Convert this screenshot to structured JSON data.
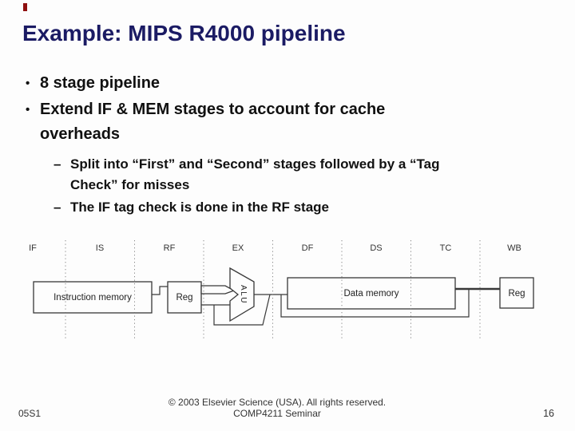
{
  "slide": {
    "title": "Example: MIPS R4000 pipeline",
    "bullets": [
      {
        "marker": "•",
        "lines": [
          "8 stage pipeline"
        ]
      },
      {
        "marker": "•",
        "lines": [
          "Extend IF & MEM stages to account for cache",
          "overheads"
        ]
      },
      {
        "marker": "–",
        "lines": [
          "Split into “First” and “Second” stages followed by a “Tag",
          "Check” for misses"
        ]
      },
      {
        "marker": "–",
        "lines": [
          "The IF tag check is done in the RF stage"
        ]
      }
    ]
  },
  "diagram": {
    "stages": [
      "IF",
      "IS",
      "RF",
      "EX",
      "DF",
      "DS",
      "TC",
      "WB"
    ],
    "boxes": {
      "instruction_memory": "Instruction memory",
      "reg1": "Reg",
      "alu": "ALU",
      "data_memory": "Data memory",
      "reg2": "Reg"
    }
  },
  "footer": {
    "left": "05S1",
    "copyright": "© 2003 Elsevier Science (USA). All rights reserved.",
    "center": "COMP4211 Seminar",
    "page": "16"
  },
  "colors": {
    "title": "#1b1b64",
    "body_text": "#111111",
    "diagram_line": "#383838",
    "red_mark": "#8f0f0f"
  }
}
